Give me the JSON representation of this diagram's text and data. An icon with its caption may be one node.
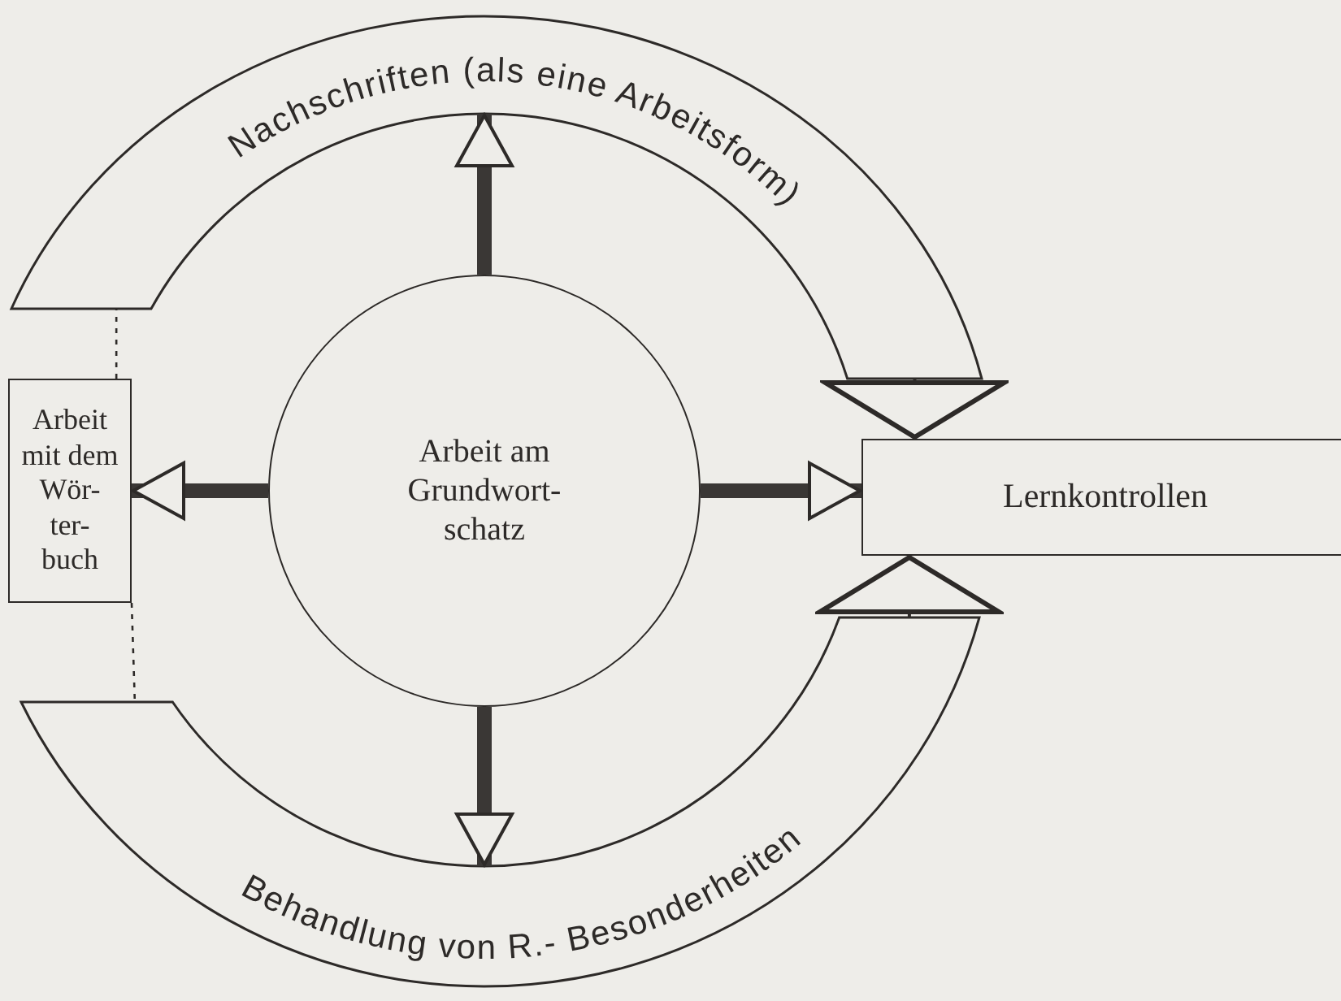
{
  "diagram": {
    "nodes": [
      {
        "text": [
          "Nachschriften (als eine Arbeitsform)"
        ]
      },
      {
        "text": [
          "Arbeit mit dem Wör- ter- buch"
        ]
      },
      {
        "text": [
          "Arbeit am Grundwort- schatz"
        ]
      },
      {
        "text": [
          "Lernkontrollen"
        ]
      },
      {
        "text": [
          "Behandlung von R.- Besonderheiten"
        ]
      }
    ],
    "edges": [
      {
        "from": 2,
        "to": 0,
        "arrow": "to",
        "style": "thick"
      },
      {
        "from": 2,
        "to": 1,
        "arrow": "to",
        "style": "thick"
      },
      {
        "from": 2,
        "to": 3,
        "arrow": "to",
        "style": "thick"
      },
      {
        "from": 2,
        "to": 4,
        "arrow": "to",
        "style": "thick"
      },
      {
        "from": 0,
        "to": 3,
        "arrow": "to"
      },
      {
        "from": 4,
        "to": 3,
        "arrow": "to"
      },
      {
        "from": 1,
        "to": 0,
        "arrow": "none",
        "style": "dashed"
      },
      {
        "from": 1,
        "to": 4,
        "arrow": "none",
        "style": "dashed"
      }
    ]
  }
}
